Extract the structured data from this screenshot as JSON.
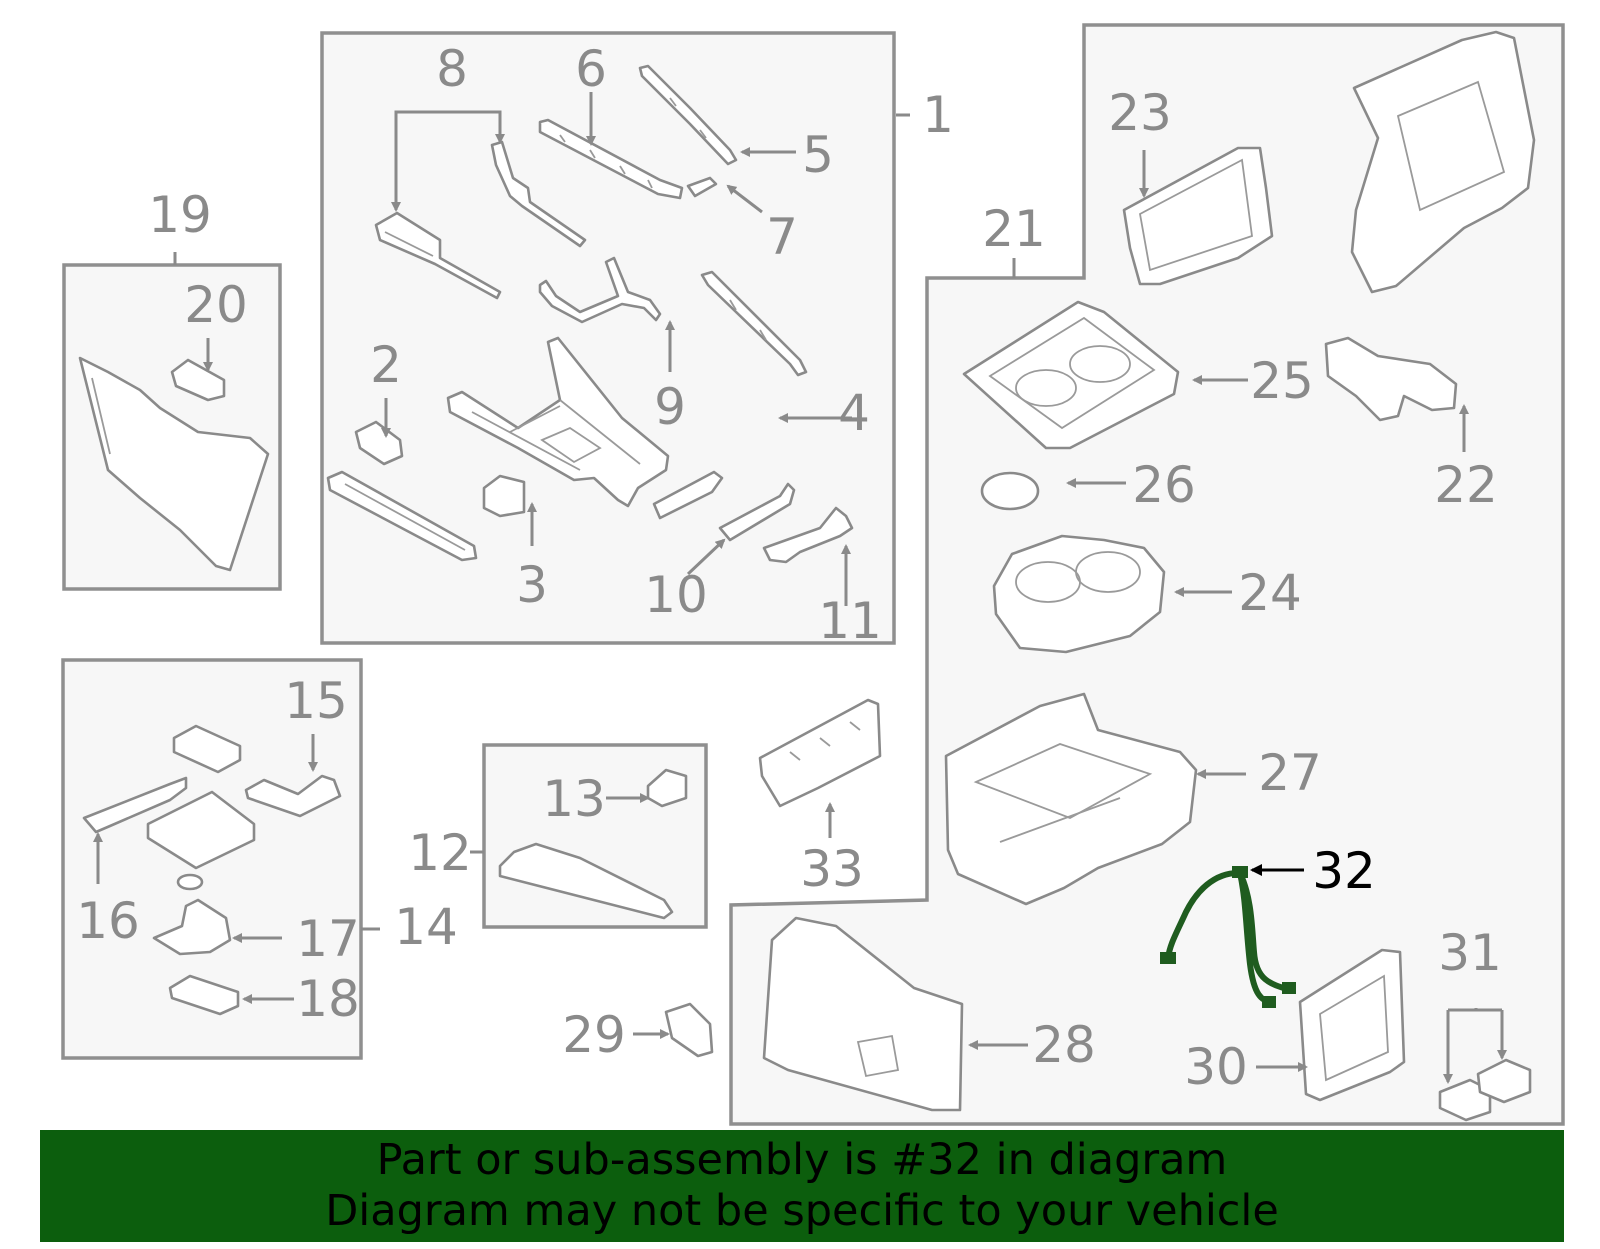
{
  "callouts": {
    "c1": "1",
    "c2": "2",
    "c3": "3",
    "c4": "4",
    "c5": "5",
    "c6": "6",
    "c7": "7",
    "c8": "8",
    "c9": "9",
    "c10": "10",
    "c11": "11",
    "c12": "12",
    "c13": "13",
    "c14": "14",
    "c15": "15",
    "c16": "16",
    "c17": "17",
    "c18": "18",
    "c19": "19",
    "c20": "20",
    "c21": "21",
    "c22": "22",
    "c23": "23",
    "c24": "24",
    "c25": "25",
    "c26": "26",
    "c27": "27",
    "c28": "28",
    "c29": "29",
    "c30": "30",
    "c31": "31",
    "c32": "32",
    "c33": "33"
  },
  "highlighted_part": "32",
  "banner": {
    "line1": "Part or sub-assembly is #32 in diagram",
    "line2": "Diagram may not be specific to your vehicle"
  },
  "colors": {
    "banner_background": "#0c5e0d",
    "highlight_part": "#1f5c1f",
    "part_outline": "#8a8a8a"
  }
}
